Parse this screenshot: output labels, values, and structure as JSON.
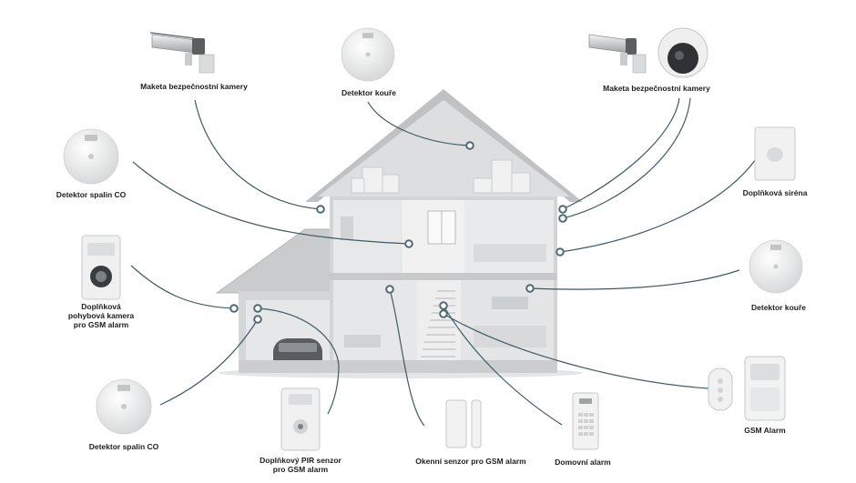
{
  "colors": {
    "connector": "#3f5b64",
    "dot": "#4e6b74",
    "house_wall": "#d6d8da",
    "roof": "#c8cacc",
    "interior": "#e8e9ea",
    "device": "#f2f2f2"
  },
  "devices": [
    {
      "id": "cam-dummy-left",
      "icon": "bullet-camera-icon",
      "lines": [
        "Maketa bezpečnostní kamery"
      ]
    },
    {
      "id": "smoke-top",
      "icon": "smoke-detector-icon",
      "lines": [
        "Detektor kouře"
      ]
    },
    {
      "id": "cam-dummy-right",
      "icon": "bullet-and-dome-camera-icon",
      "lines": [
        "Maketa bezpečnostní kamery"
      ]
    },
    {
      "id": "co-top",
      "icon": "co-detector-icon",
      "lines": [
        "Detektor spalin CO"
      ]
    },
    {
      "id": "siren",
      "icon": "siren-icon",
      "lines": [
        "Doplňková siréna"
      ]
    },
    {
      "id": "pir-camera",
      "icon": "pir-camera-icon",
      "lines": [
        "Doplňková",
        "pohybová kamera",
        "pro GSM alarm"
      ]
    },
    {
      "id": "smoke-right",
      "icon": "smoke-detector-icon",
      "lines": [
        "Detektor kouře"
      ]
    },
    {
      "id": "co-bottom",
      "icon": "co-detector-icon",
      "lines": [
        "Detektor spalin CO"
      ]
    },
    {
      "id": "pir-sensor",
      "icon": "pir-sensor-icon",
      "lines": [
        "Doplňkový PIR senzor",
        "pro GSM alarm"
      ]
    },
    {
      "id": "window-sensor",
      "icon": "window-sensor-icon",
      "lines": [
        "Okenní senzor pro GSM alarm"
      ]
    },
    {
      "id": "door-alarm",
      "icon": "door-alarm-icon",
      "lines": [
        "Domovní alarm"
      ]
    },
    {
      "id": "gsm-alarm",
      "icon": "gsm-alarm-icon",
      "lines": [
        "GSM Alarm"
      ]
    }
  ]
}
